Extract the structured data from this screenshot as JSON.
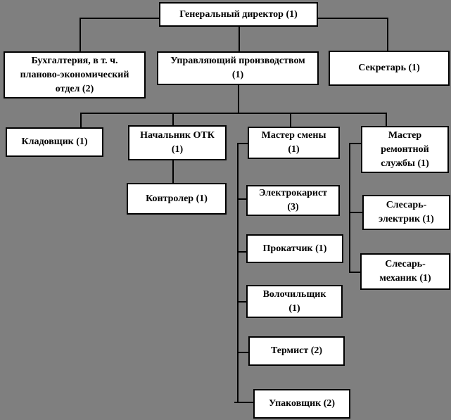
{
  "diagram": {
    "type": "org-chart",
    "language": "ru",
    "background_color": "#7F7F7F",
    "box_fill_color": "#FFFFFF",
    "box_border_color": "#000000",
    "line_color": "#000000",
    "text_color": "#000000",
    "nodes": {
      "general_director": {
        "label": "Генеральный директор (1)"
      },
      "accounting": {
        "label": "Бухгалтерия,  в т. ч.\nпланово-экономический\nотдел (2)"
      },
      "production_manager": {
        "label": "Управляющий производством\n(1)"
      },
      "secretary": {
        "label": "Секретарь (1)"
      },
      "storekeeper": {
        "label": "Кладовщик (1)"
      },
      "otk_chief": {
        "label": "Начальник ОТК\n(1)"
      },
      "shift_master": {
        "label": "Мастер смены\n(1)"
      },
      "repair_master": {
        "label": "Мастер\nремонтной\nслужбы (1)"
      },
      "controller": {
        "label": "Контролер (1)"
      },
      "electrocar_driver": {
        "label": "Электрокарист\n(3)"
      },
      "fitter_electrician": {
        "label": "Слесарь-\nэлектрик (1)"
      },
      "roller_operator": {
        "label": "Прокатчик (1)"
      },
      "fitter_mechanic": {
        "label": "Слесарь-\nмеханик (1)"
      },
      "wire_drawer": {
        "label": "Волочильщик\n(1)"
      },
      "heat_treater": {
        "label": "Термист (2)"
      },
      "packer": {
        "label": "Упаковщик (2)"
      }
    },
    "edges": [
      {
        "from": "general_director",
        "to": "accounting"
      },
      {
        "from": "general_director",
        "to": "production_manager"
      },
      {
        "from": "general_director",
        "to": "secretary"
      },
      {
        "from": "production_manager",
        "to": "storekeeper"
      },
      {
        "from": "production_manager",
        "to": "otk_chief"
      },
      {
        "from": "production_manager",
        "to": "shift_master"
      },
      {
        "from": "production_manager",
        "to": "repair_master"
      },
      {
        "from": "otk_chief",
        "to": "controller"
      },
      {
        "from": "shift_master",
        "to": "electrocar_driver"
      },
      {
        "from": "shift_master",
        "to": "roller_operator"
      },
      {
        "from": "shift_master",
        "to": "wire_drawer"
      },
      {
        "from": "shift_master",
        "to": "heat_treater"
      },
      {
        "from": "shift_master",
        "to": "packer"
      },
      {
        "from": "repair_master",
        "to": "fitter_electrician"
      },
      {
        "from": "repair_master",
        "to": "fitter_mechanic"
      }
    ]
  }
}
